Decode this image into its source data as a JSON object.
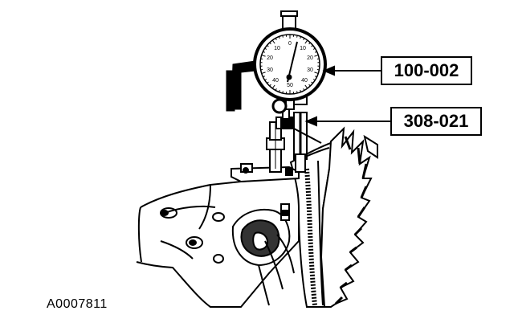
{
  "callouts": [
    {
      "label": "100-002",
      "target": "dial indicator"
    },
    {
      "label": "308-021",
      "target": "indicator mount"
    }
  ],
  "figure_id": "A0007811",
  "dial": {
    "numbers_top": [
      "10",
      "0",
      "10"
    ],
    "numbers_left": [
      "20",
      "30",
      "40"
    ],
    "numbers_right": [
      "20",
      "30",
      "40"
    ],
    "number_bottom": "50"
  }
}
